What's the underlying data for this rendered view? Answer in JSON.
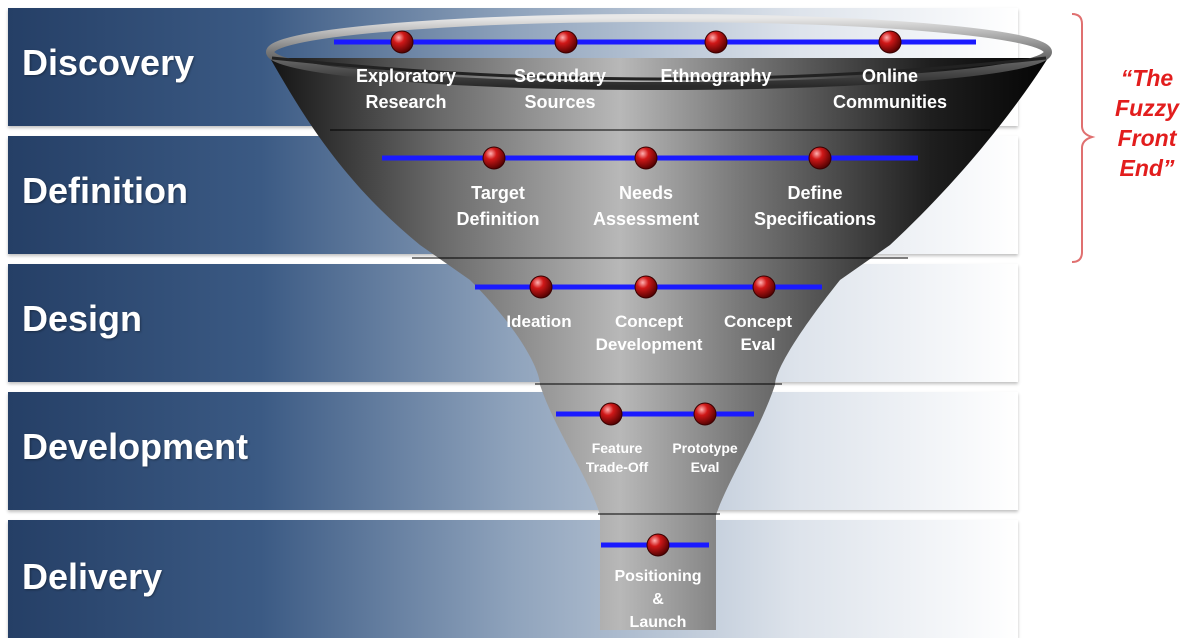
{
  "stages": [
    {
      "name": "Discovery",
      "items": [
        [
          "Exploratory",
          "Research"
        ],
        [
          "Secondary",
          "Sources"
        ],
        [
          "Ethnography"
        ],
        [
          "Online",
          "Communities"
        ]
      ]
    },
    {
      "name": "Definition",
      "items": [
        [
          "Target",
          "Definition"
        ],
        [
          "Needs",
          "Assessment"
        ],
        [
          "Define",
          "Specifications"
        ]
      ]
    },
    {
      "name": "Design",
      "items": [
        [
          "Ideation"
        ],
        [
          "Concept",
          "Development"
        ],
        [
          "Concept",
          "Eval"
        ]
      ]
    },
    {
      "name": "Development",
      "items": [
        [
          "Feature",
          "Trade-Off"
        ],
        [
          "Prototype",
          "Eval"
        ]
      ]
    },
    {
      "name": "Delivery",
      "items": [
        [
          "Positioning",
          "&",
          "Launch"
        ]
      ]
    }
  ],
  "fuzzy_front_end": [
    "“The",
    "Fuzzy",
    "Front",
    "End”"
  ],
  "colors": {
    "band_dark": "#253f66",
    "timeline": "#1a1aff",
    "node": "#c0141c",
    "bracket": "#e07070",
    "fuzzy_text": "#e21d1d"
  }
}
